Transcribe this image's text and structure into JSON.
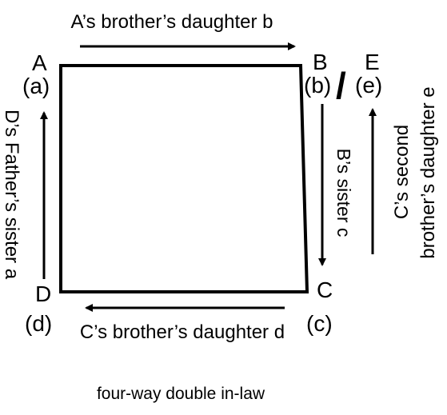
{
  "diagram": {
    "nodes": {
      "a": {
        "letter": "A",
        "sub": "(a)"
      },
      "b": {
        "letter": "B",
        "sub": "(b)"
      },
      "c": {
        "letter": "C",
        "sub": "(c)"
      },
      "d": {
        "letter": "D",
        "sub": "(d)"
      },
      "e": {
        "letter": "E",
        "sub": "(e)"
      },
      "slash": "/"
    },
    "relations": {
      "top": "A’s brother’s daughter b",
      "right": "B’s sister c",
      "bottom": "C’s brother’s daughter d",
      "left": "D’s Father’s sister a",
      "far_right_line1": "C’s second",
      "far_right_line2": "brother’s daughter e"
    },
    "caption": "four-way double in-law"
  }
}
